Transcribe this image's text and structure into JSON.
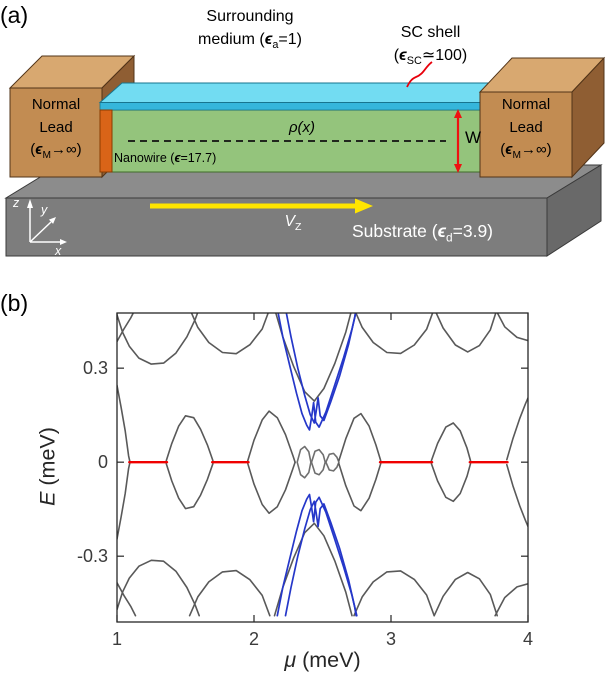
{
  "figure": {
    "panel_a_label": "(a)",
    "panel_b_label": "(b)"
  },
  "panel_a": {
    "surrounding": {
      "line1": "Surrounding",
      "pre": "medium (",
      "eps": "ϵ",
      "sub": "a",
      "post": "=1)"
    },
    "sc_shell": {
      "line1": "SC shell",
      "pre": "(",
      "eps": "ϵ",
      "sub": "SC",
      "post": "≃100)"
    },
    "lead": {
      "line1": "Normal",
      "line2": "Lead",
      "pre": "(",
      "eps": "ϵ",
      "sub": "M",
      "post": "→∞)"
    },
    "nanowire": {
      "pre": "Nanowire (",
      "eps": "ϵ",
      "post": "=17.7)"
    },
    "rho_label": "ρ(x)",
    "width_label": "W",
    "substrate": {
      "pre": "Substrate (",
      "eps": "ϵ",
      "sub": "d",
      "post": "=3.9)"
    },
    "vz": {
      "main": "V",
      "sub": "Z"
    },
    "axes": {
      "x": "x",
      "y": "y",
      "z": "z"
    },
    "colors": {
      "lead_front": "#C28C52",
      "lead_top": "#D8A870",
      "lead_side": "#8F5E33",
      "wire_front": "#94C47C",
      "shell_front": "#35B6DB",
      "shell_top": "#72DCF2",
      "substrate_front": "#7D7D7D",
      "substrate_top": "#8C8C8C",
      "substrate_side": "#696969",
      "barrier": "#D96418",
      "vz_arrow": "#FFE500",
      "width_arrow": "#EE1111",
      "pointer_red": "#E8000B"
    }
  },
  "chart_data": {
    "type": "line",
    "title": "",
    "xlabel": "μ (meV)",
    "xlabel_var": "μ",
    "xlabel_unit": " (meV)",
    "ylabel": "E (meV)",
    "ylabel_var": "E",
    "ylabel_unit": " (meV)",
    "xlim": [
      1,
      4
    ],
    "ylim": [
      -0.51,
      0.476
    ],
    "xticks": [
      1,
      2,
      3,
      4
    ],
    "yticks": [
      -0.3,
      0,
      0.3
    ],
    "ytick_labels": [
      "-0.3",
      "0",
      "0.3"
    ],
    "grid": false,
    "legend": null,
    "colors": {
      "subgap_gray": "#595959",
      "hybridized_blue": "#2537C9",
      "zero_mode_red": "#F00000"
    },
    "series": [
      {
        "name": "edge-lobe-left",
        "color": "#595959",
        "mirror": true,
        "points": [
          [
            1.0,
            0.245
          ],
          [
            1.03,
            0.175
          ],
          [
            1.06,
            0.1
          ],
          [
            1.085,
            0.02
          ],
          [
            1.095,
            0.0
          ]
        ]
      },
      {
        "name": "lobe-1",
        "color": "#595959",
        "mirror": true,
        "points": [
          [
            1.36,
            0.005
          ],
          [
            1.4,
            0.06
          ],
          [
            1.45,
            0.115
          ],
          [
            1.5,
            0.148
          ],
          [
            1.56,
            0.142
          ],
          [
            1.61,
            0.105
          ],
          [
            1.66,
            0.055
          ],
          [
            1.7,
            0.005
          ]
        ]
      },
      {
        "name": "lobe-2",
        "color": "#595959",
        "mirror": true,
        "points": [
          [
            1.955,
            0.005
          ],
          [
            2.0,
            0.07
          ],
          [
            2.06,
            0.135
          ],
          [
            2.11,
            0.163
          ],
          [
            2.17,
            0.142
          ],
          [
            2.23,
            0.088
          ],
          [
            2.285,
            0.02
          ],
          [
            2.3,
            0.0
          ]
        ]
      },
      {
        "name": "oval-1",
        "color": "#6F6F6F",
        "mirror": true,
        "points": [
          [
            2.315,
            0.0
          ],
          [
            2.34,
            0.04
          ],
          [
            2.37,
            0.05
          ],
          [
            2.4,
            0.033
          ],
          [
            2.415,
            0.0
          ]
        ]
      },
      {
        "name": "oval-2",
        "color": "#6F6F6F",
        "mirror": true,
        "points": [
          [
            2.42,
            0.0
          ],
          [
            2.445,
            0.035
          ],
          [
            2.475,
            0.04
          ],
          [
            2.505,
            0.024
          ],
          [
            2.52,
            0.0
          ]
        ]
      },
      {
        "name": "oval-3",
        "color": "#6F6F6F",
        "mirror": true,
        "points": [
          [
            2.525,
            0.0
          ],
          [
            2.55,
            0.025
          ],
          [
            2.58,
            0.028
          ],
          [
            2.605,
            0.016
          ],
          [
            2.62,
            0.0
          ]
        ]
      },
      {
        "name": "lobe-3",
        "color": "#595959",
        "mirror": true,
        "points": [
          [
            2.62,
            0.005
          ],
          [
            2.67,
            0.075
          ],
          [
            2.73,
            0.14
          ],
          [
            2.78,
            0.155
          ],
          [
            2.84,
            0.115
          ],
          [
            2.89,
            0.055
          ],
          [
            2.925,
            0.005
          ]
        ]
      },
      {
        "name": "lobe-4",
        "color": "#595959",
        "mirror": true,
        "points": [
          [
            3.295,
            0.005
          ],
          [
            3.34,
            0.06
          ],
          [
            3.4,
            0.112
          ],
          [
            3.455,
            0.125
          ],
          [
            3.505,
            0.1
          ],
          [
            3.555,
            0.045
          ],
          [
            3.58,
            0.005
          ]
        ]
      },
      {
        "name": "lobe-5",
        "color": "#595959",
        "mirror": true,
        "points": [
          [
            3.845,
            0.008
          ],
          [
            3.89,
            0.075
          ],
          [
            3.94,
            0.14
          ],
          [
            3.98,
            0.185
          ],
          [
            4.0,
            0.205
          ]
        ]
      },
      {
        "name": "band-a",
        "color": "#595959",
        "mirror": true,
        "points": [
          [
            1.0,
            0.47
          ],
          [
            1.04,
            0.415
          ],
          [
            1.09,
            0.37
          ],
          [
            1.16,
            0.332
          ],
          [
            1.25,
            0.313
          ],
          [
            1.34,
            0.316
          ],
          [
            1.43,
            0.348
          ],
          [
            1.51,
            0.4
          ],
          [
            1.57,
            0.455
          ],
          [
            1.6,
            0.49
          ]
        ]
      },
      {
        "name": "band-b",
        "color": "#595959",
        "mirror": true,
        "points": [
          [
            1.0,
            0.385
          ],
          [
            1.05,
            0.425
          ],
          [
            1.1,
            0.46
          ],
          [
            1.135,
            0.49
          ]
        ]
      },
      {
        "name": "band-c",
        "color": "#595959",
        "mirror": true,
        "points": [
          [
            1.53,
            0.49
          ],
          [
            1.59,
            0.43
          ],
          [
            1.67,
            0.382
          ],
          [
            1.77,
            0.35
          ],
          [
            1.87,
            0.346
          ],
          [
            1.97,
            0.375
          ],
          [
            2.06,
            0.425
          ],
          [
            2.115,
            0.49
          ]
        ]
      },
      {
        "name": "band-d",
        "color": "#595959",
        "mirror": true,
        "points": [
          [
            2.73,
            0.49
          ],
          [
            2.79,
            0.43
          ],
          [
            2.87,
            0.382
          ],
          [
            2.97,
            0.35
          ],
          [
            3.07,
            0.347
          ],
          [
            3.17,
            0.374
          ],
          [
            3.26,
            0.424
          ],
          [
            3.315,
            0.49
          ]
        ]
      },
      {
        "name": "band-e",
        "color": "#595959",
        "mirror": true,
        "points": [
          [
            3.315,
            0.49
          ],
          [
            3.38,
            0.428
          ],
          [
            3.47,
            0.374
          ],
          [
            3.56,
            0.352
          ],
          [
            3.645,
            0.372
          ],
          [
            3.725,
            0.422
          ],
          [
            3.775,
            0.49
          ]
        ]
      },
      {
        "name": "band-f",
        "color": "#595959",
        "mirror": true,
        "points": [
          [
            3.76,
            0.49
          ],
          [
            3.83,
            0.432
          ],
          [
            3.92,
            0.398
          ],
          [
            4.0,
            0.388
          ]
        ]
      },
      {
        "name": "band-g",
        "color": "#595959",
        "mirror": true,
        "points": [
          [
            2.15,
            0.49
          ],
          [
            2.21,
            0.4
          ],
          [
            2.29,
            0.305
          ],
          [
            2.37,
            0.225
          ],
          [
            2.44,
            0.195
          ],
          [
            2.51,
            0.235
          ],
          [
            2.59,
            0.315
          ],
          [
            2.67,
            0.415
          ],
          [
            2.715,
            0.49
          ]
        ]
      },
      {
        "name": "blue-1",
        "color": "#2537C9",
        "mirror": true,
        "width": 1.7,
        "points": [
          [
            2.17,
            0.49
          ],
          [
            2.21,
            0.4
          ],
          [
            2.26,
            0.31
          ],
          [
            2.31,
            0.22
          ],
          [
            2.35,
            0.155
          ],
          [
            2.385,
            0.118
          ],
          [
            2.405,
            0.103
          ],
          [
            2.42,
            0.142
          ],
          [
            2.435,
            0.19
          ],
          [
            2.45,
            0.128
          ],
          [
            2.475,
            0.112
          ],
          [
            2.525,
            0.16
          ],
          [
            2.585,
            0.24
          ],
          [
            2.655,
            0.335
          ],
          [
            2.715,
            0.425
          ],
          [
            2.75,
            0.49
          ]
        ]
      },
      {
        "name": "blue-2",
        "color": "#2537C9",
        "mirror": true,
        "width": 1.7,
        "points": [
          [
            2.23,
            0.49
          ],
          [
            2.27,
            0.4
          ],
          [
            2.32,
            0.3
          ],
          [
            2.37,
            0.213
          ],
          [
            2.41,
            0.152
          ],
          [
            2.44,
            0.125
          ],
          [
            2.455,
            0.165
          ],
          [
            2.468,
            0.205
          ],
          [
            2.483,
            0.148
          ],
          [
            2.51,
            0.133
          ],
          [
            2.56,
            0.192
          ],
          [
            2.625,
            0.275
          ],
          [
            2.69,
            0.375
          ],
          [
            2.735,
            0.462
          ],
          [
            2.745,
            0.49
          ]
        ]
      },
      {
        "name": "zero-1",
        "color": "#F00000",
        "mirror": false,
        "width": 2.4,
        "points": [
          [
            1.09,
            0.0
          ],
          [
            1.365,
            0.0
          ]
        ]
      },
      {
        "name": "zero-2",
        "color": "#F00000",
        "mirror": false,
        "width": 2.4,
        "points": [
          [
            1.695,
            0.0
          ],
          [
            1.96,
            0.0
          ]
        ]
      },
      {
        "name": "zero-3",
        "color": "#F00000",
        "mirror": false,
        "width": 2.4,
        "points": [
          [
            2.92,
            0.0
          ],
          [
            3.3,
            0.0
          ]
        ]
      },
      {
        "name": "zero-4",
        "color": "#F00000",
        "mirror": false,
        "width": 2.4,
        "points": [
          [
            3.575,
            0.0
          ],
          [
            3.85,
            0.0
          ]
        ]
      }
    ]
  }
}
